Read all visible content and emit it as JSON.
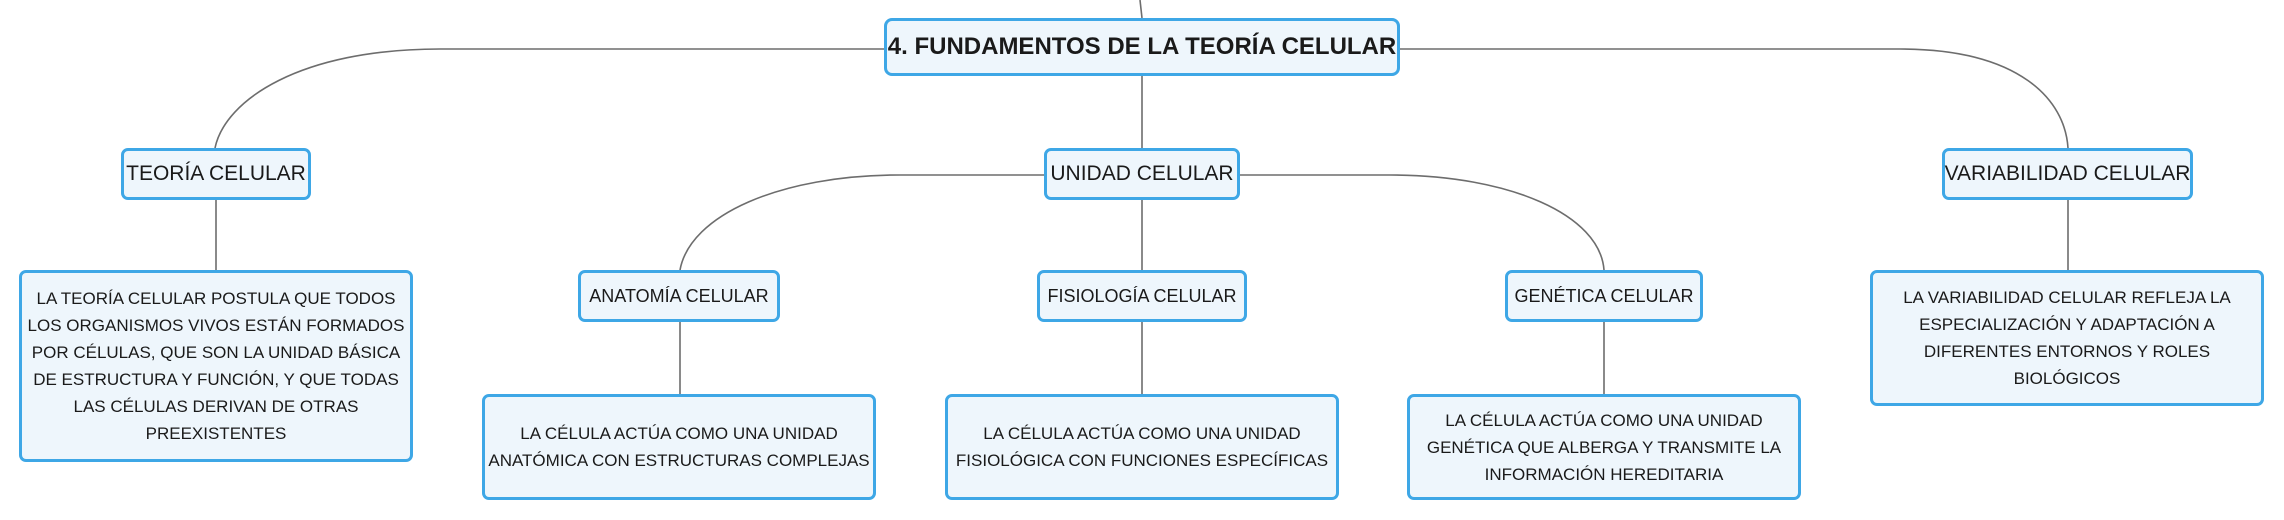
{
  "map": {
    "root": {
      "label": "4. FUNDAMENTOS DE LA TEORÍA CELULAR"
    },
    "branches": {
      "teoria": {
        "label": "TEORÍA CELULAR",
        "description": [
          "LA TEORÍA CELULAR POSTULA QUE TODOS",
          "LOS ORGANISMOS VIVOS ESTÁN FORMADOS",
          "POR CÉLULAS, QUE SON LA UNIDAD BÁSICA",
          "DE ESTRUCTURA Y FUNCIÓN, Y QUE TODAS",
          "LAS CÉLULAS DERIVAN DE OTRAS",
          "PREEXISTENTES"
        ]
      },
      "unidad": {
        "label": "UNIDAD CELULAR",
        "children": {
          "anatomia": {
            "label": "ANATOMÍA CELULAR",
            "description": [
              "LA CÉLULA ACTÚA COMO UNA UNIDAD",
              "ANATÓMICA CON ESTRUCTURAS COMPLEJAS"
            ]
          },
          "fisiologia": {
            "label": "FISIOLOGÍA CELULAR",
            "description": [
              "LA CÉLULA ACTÚA COMO UNA UNIDAD",
              "FISIOLÓGICA CON FUNCIONES ESPECÍFICAS"
            ]
          },
          "genetica": {
            "label": "GENÉTICA CELULAR",
            "description": [
              "LA CÉLULA ACTÚA COMO UNA UNIDAD",
              "GENÉTICA QUE ALBERGA Y TRANSMITE LA",
              "INFORMACIÓN HEREDITARIA"
            ]
          }
        }
      },
      "variabilidad": {
        "label": "VARIABILIDAD CELULAR",
        "description": [
          "LA VARIABILIDAD CELULAR REFLEJA LA",
          "ESPECIALIZACIÓN Y ADAPTACIÓN A",
          "DIFERENTES ENTORNOS Y ROLES",
          "BIOLÓGICOS"
        ]
      }
    }
  },
  "colors": {
    "node_border": "#3ea7e6",
    "node_fill": "#eef6fc",
    "connector": "#6d6d6d",
    "text": "#1a1a1a"
  }
}
